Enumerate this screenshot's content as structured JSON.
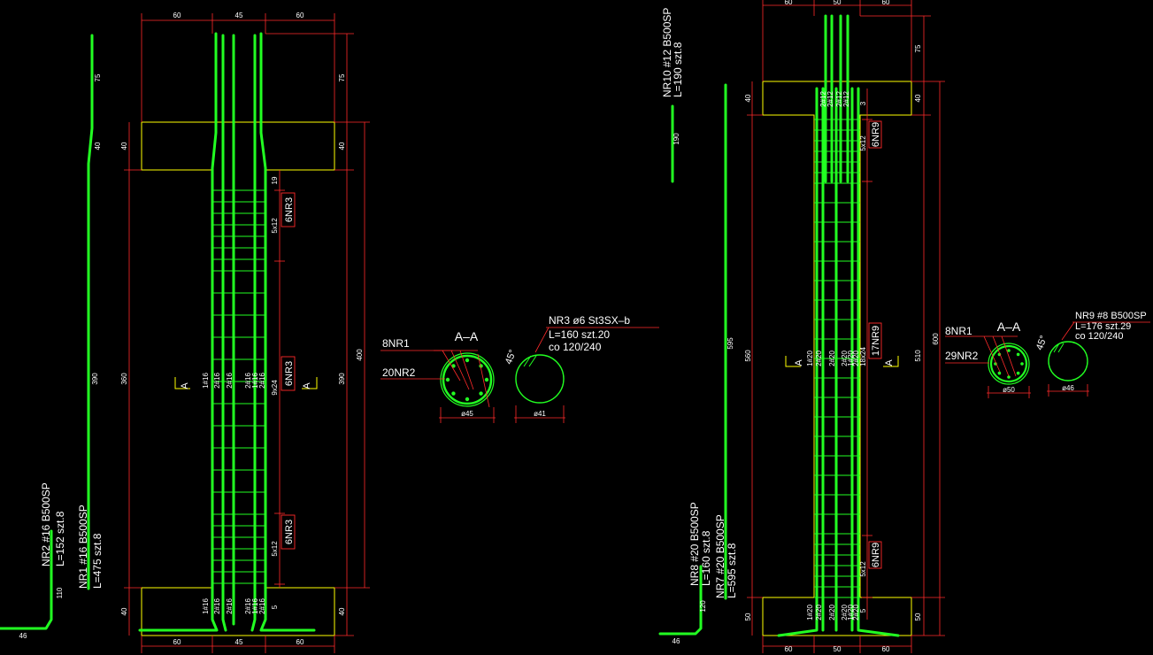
{
  "colors": {
    "background": "#000000",
    "rebar": "#22ff22",
    "dimension": "#ff2a2a",
    "concrete": "#ffff00",
    "text": "#ffffff"
  },
  "left_drawing": {
    "top_dims": [
      "60",
      "45",
      "60"
    ],
    "bottom_dims": [
      "60",
      "45",
      "60"
    ],
    "right_dims": [
      "75",
      "40",
      "390",
      "40"
    ],
    "right_total": "400",
    "left_dims": [
      "40",
      "360",
      "40"
    ],
    "stirrup_zone_dims": [
      "19",
      "5x12",
      "9x24",
      "5x12",
      "5"
    ],
    "stirrup_tags": [
      "6NR3",
      "6NR3",
      "6NR3"
    ],
    "bar_mid_labels": [
      "1#16",
      "2#16",
      "2#16",
      "2#16",
      "1#16",
      "2#16"
    ],
    "bar_bot_labels": [
      "1#16",
      "2#16",
      "2#16",
      "2#16",
      "1#16",
      "2#16"
    ],
    "section_marker": "A",
    "bar_nr1": {
      "line1": "NR1  #16  B500SP",
      "line2": "L=475   szt.8",
      "dims": [
        "75",
        "40",
        "390"
      ]
    },
    "bar_nr2": {
      "line1": "NR2  #16  B500SP",
      "line2": "L=152   szt.8",
      "dims": [
        "110",
        "46"
      ]
    },
    "section": {
      "title": "A–A",
      "label_top": "8NR1",
      "label_bot": "20NR2",
      "diameter": "ø45",
      "stirrup": {
        "line1": "NR3   ø6   St3SX–b",
        "line2": "L=160   szt.20",
        "line3": "co 120/240",
        "angle": "45°",
        "diameter": "ø41"
      }
    }
  },
  "right_drawing": {
    "top_dims": [
      "60",
      "50",
      "60"
    ],
    "bottom_dims": [
      "60",
      "50",
      "60"
    ],
    "right_dims": [
      "75",
      "40",
      "510",
      "50"
    ],
    "right_total": "600",
    "left_dims": [
      "40",
      "560",
      "50"
    ],
    "stirrup_zone_dims": [
      "3",
      "5x12",
      "18x24",
      "5x12",
      "5"
    ],
    "stirrup_tags": [
      "6NR9",
      "17NR9",
      "6NR9"
    ],
    "top_bar_labels": [
      "2#12",
      "2#12",
      "2#12",
      "2#12"
    ],
    "mid_bar_labels": [
      "1#20",
      "2#20",
      "2#20",
      "2#20",
      "1#20",
      "2#20"
    ],
    "bot_bar_labels": [
      "1#20",
      "2#20",
      "2#20",
      "2#20",
      "1#20",
      "2#20"
    ],
    "section_marker": "A",
    "bar_nr10": {
      "line1": "NR10   #12   B500SP",
      "line2": "L=190    szt.8",
      "dim": "190"
    },
    "bar_nr7": {
      "line1": "NR7  #20  B500SP",
      "line2": "L=595   szt.8",
      "dim": "595"
    },
    "bar_nr8": {
      "line1": "NR8  #20  B500SP",
      "line2": "L=160   szt.8",
      "dims": [
        "120",
        "46"
      ]
    },
    "section": {
      "title": "A–A",
      "label_top": "8NR1",
      "label_bot": "29NR2",
      "diameter": "ø50",
      "stirrup": {
        "line1": "NR9   #8   B500SP",
        "line2": "L=176   szt.29",
        "line3": "co 120/240",
        "angle": "45°",
        "diameter": "ø46"
      }
    }
  }
}
